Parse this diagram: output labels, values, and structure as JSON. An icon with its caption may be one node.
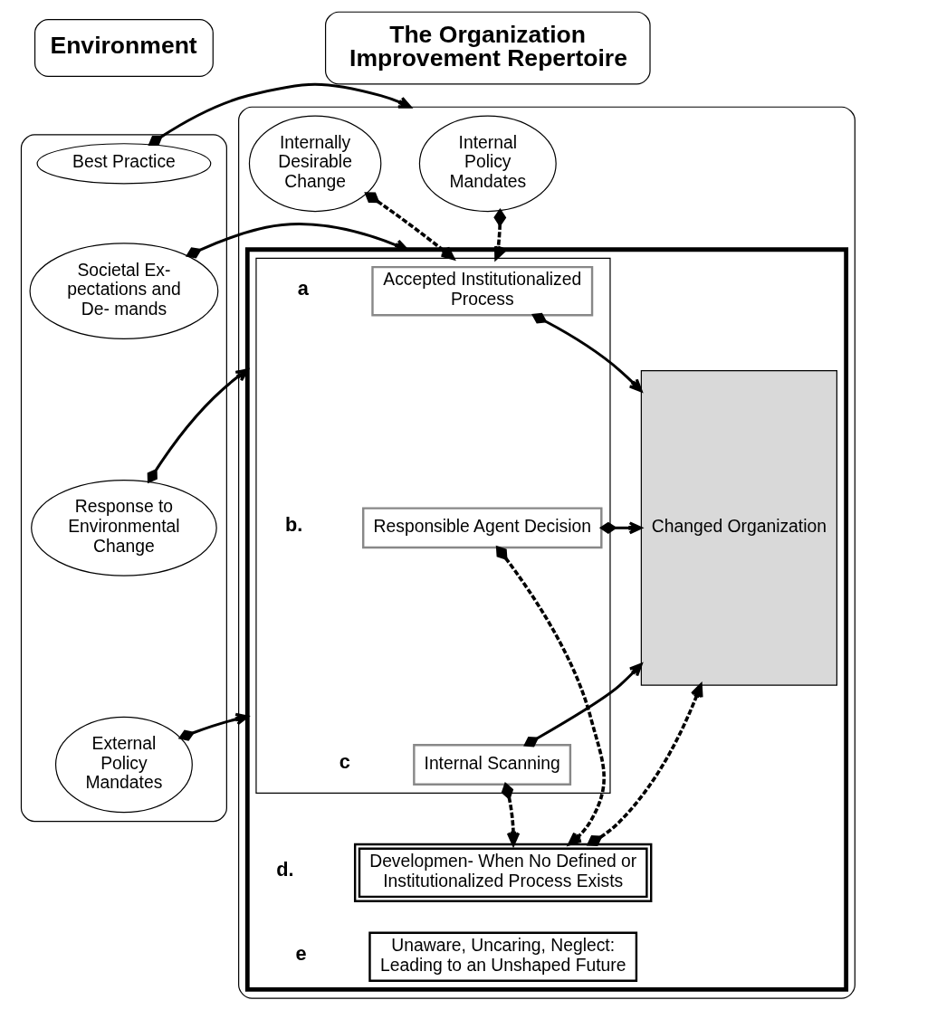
{
  "diagram": {
    "nodes": [
      {
        "text": [
          "Environment"
        ]
      },
      {
        "text": [
          "The Organization Improvement Repertoire"
        ]
      },
      {
        "text": [],
        "shape": "box"
      },
      {
        "text": [
          "Best Practice"
        ],
        "in": 2
      },
      {
        "text": [
          "Societal Ex- pectations and De- mands"
        ],
        "in": 2
      },
      {
        "text": [
          "Response to Environmental Change"
        ],
        "in": 2
      },
      {
        "text": [
          "External Policy Mandates"
        ],
        "in": 2
      },
      {
        "text": [],
        "shape": "box"
      },
      {
        "text": [
          "Internal Policy Mandates"
        ],
        "in": 7
      },
      {
        "text": [
          "Internally Desirable Change"
        ],
        "in": 7
      },
      {
        "text": [],
        "shape": "box",
        "in": 7
      },
      {
        "text": [],
        "shape": "box",
        "in": 10
      },
      {
        "text": [
          "Changed Organization"
        ],
        "in": 10
      },
      {
        "text": [
          "Accepted Institutionalized Process"
        ],
        "in": 11
      },
      {
        "text": [
          "Responsible Agent Decision"
        ],
        "in": 11
      },
      {
        "text": [
          "Internal Scanning"
        ],
        "in": 11
      },
      {
        "text": [
          "Developmen- When No Defined or Institutionalized Process Exists"
        ],
        "in": 10
      },
      {
        "text": [
          "Unaware, Uncaring, Neglect: Leading to an Unshaped Future"
        ],
        "in": 10
      }
    ],
    "edges": [
      {
        "from": 3,
        "to": 7,
        "arrow": "to"
      },
      {
        "from": 4,
        "to": 10,
        "arrow": "to"
      },
      {
        "from": 5,
        "to": 10,
        "arrow": "to"
      },
      {
        "from": 6,
        "to": 10,
        "arrow": "to"
      },
      {
        "from": 8,
        "to": 11,
        "arrow": "to",
        "style": "dashed"
      },
      {
        "from": 9,
        "to": 11,
        "arrow": "to",
        "style": "dashed"
      },
      {
        "from": 13,
        "to": 12,
        "arrow": "to"
      },
      {
        "from": 14,
        "to": 12,
        "arrow": "to"
      },
      {
        "from": 14,
        "to": 16,
        "arrow": "to",
        "style": "dashed"
      },
      {
        "from": 15,
        "to": 12,
        "arrow": "to"
      },
      {
        "from": 15,
        "to": 16,
        "arrow": "to",
        "style": "dashed"
      },
      {
        "from": 16,
        "to": 12,
        "arrow": "to",
        "style": "dashed"
      }
    ],
    "labels": [
      "a",
      "b.",
      "c",
      "d.",
      "e"
    ]
  }
}
